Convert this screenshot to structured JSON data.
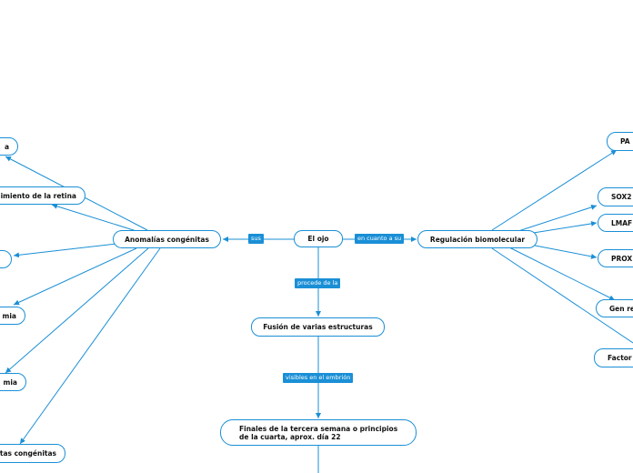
{
  "nodes": {
    "center": "El ojo",
    "anomalias": "Anomalías congénitas",
    "regulacion": "Regulación biomolecular",
    "fusion": "Fusión de varias estructuras",
    "finales": "Finales de la tercera semana o principios de la cuarta, aprox. día 22",
    "left_1": "a",
    "left_2": "imiento de la retina",
    "left_3": "",
    "left_4": "mia",
    "left_5": "mia",
    "left_6": "tas congénitas",
    "right_1": "PA",
    "right_2": "SOX2",
    "right_3": "LMAF",
    "right_4": "PROX",
    "right_5": "Gen re",
    "right_6": "Factor"
  },
  "labels": {
    "sus": "sus",
    "en_cuanto": "en cuanto a su",
    "procede": "procede de la",
    "visibles": "visibles en el embrión"
  },
  "colors": {
    "line": "#1a8fd6",
    "label_bg": "#1a8fd6"
  }
}
